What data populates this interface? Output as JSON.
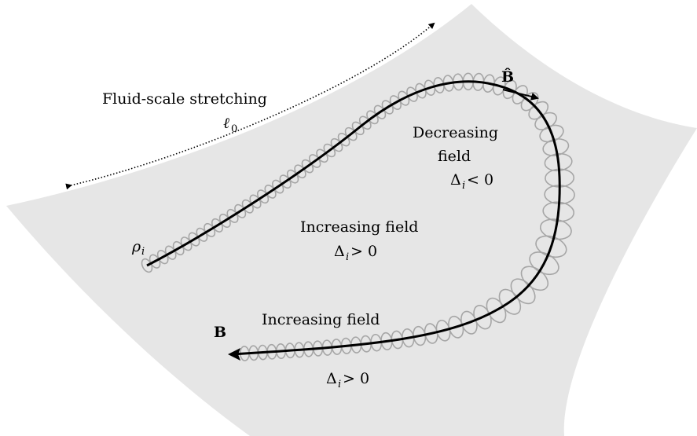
{
  "labels": {
    "stretching_title": "Fluid-scale stretching",
    "stretching_scale_sym": "ℓ",
    "stretching_scale_sub": "0",
    "gyroradius_sym": "ρ",
    "gyroradius_sub": "i",
    "field_unit_vector": "B̂",
    "field_vector": "B",
    "decreasing_line1": "Decreasing",
    "decreasing_line2": "field",
    "decreasing_delta": "Δ",
    "decreasing_sub": "i",
    "decreasing_rel": " < 0",
    "increasing_mid": "Increasing field",
    "increasing_mid_delta": "Δ",
    "increasing_mid_sub": "i",
    "increasing_mid_rel": " > 0",
    "increasing_low": "Increasing field",
    "increasing_low_delta": "Δ",
    "increasing_low_sub": "i",
    "increasing_low_rel": " > 0"
  },
  "colors": {
    "sheet": "#e6e6e6",
    "field_line": "#000000",
    "gyro_orbit": "#a6a6a6"
  }
}
